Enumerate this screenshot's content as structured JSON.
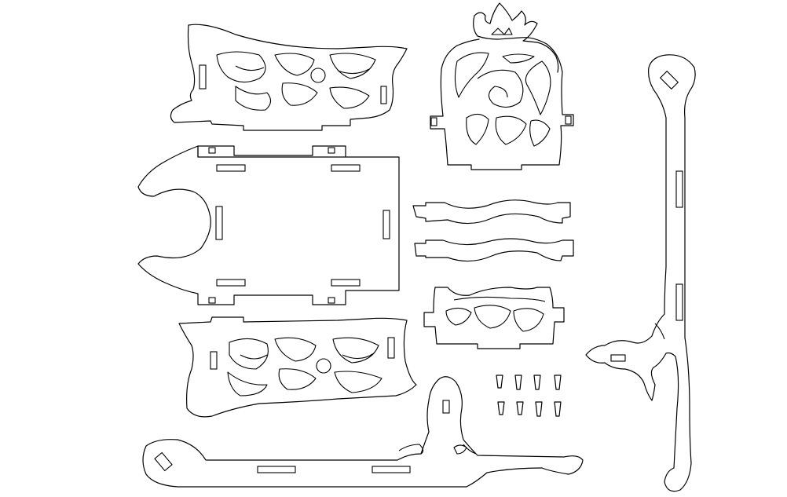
{
  "diagram": {
    "type": "laser-cut-template",
    "stroke_color": "#000000",
    "background_color": "#ffffff",
    "parts": [
      "side-panel-top",
      "base-panel",
      "side-panel-bottom",
      "back-panel",
      "crossbar-1",
      "crossbar-2",
      "front-panel",
      "small-pegs",
      "runner-bottom",
      "runner-right"
    ]
  }
}
